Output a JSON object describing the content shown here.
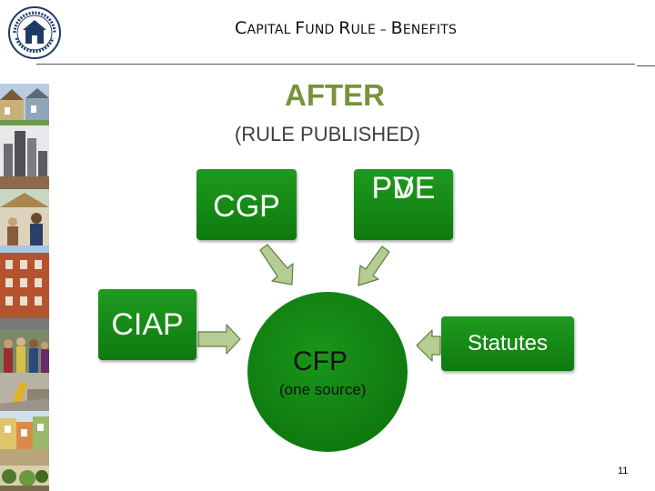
{
  "header": {
    "title_parts": [
      {
        "cap": "C",
        "rest": "APITAL "
      },
      {
        "cap": "F",
        "rest": "UND "
      },
      {
        "cap": "R",
        "rest": "ULE – "
      },
      {
        "cap": "B",
        "rest": "ENEFITS"
      }
    ]
  },
  "slide": {
    "heading": "AFTER",
    "subheading": "(RULE PUBLISHED)",
    "boxes": {
      "cgp": "CGP",
      "pdev_line1": "PDE",
      "pdev_line2": "V",
      "ciap": "CIAP",
      "statutes": "Statutes"
    },
    "center": {
      "label": "CFP",
      "note": "(one source)"
    }
  },
  "colors": {
    "heading_green": "#77933c",
    "box_green": "#138a13",
    "arrow_fill": "#b5cd92",
    "arrow_stroke": "#5f7d46"
  },
  "page_number": "11"
}
